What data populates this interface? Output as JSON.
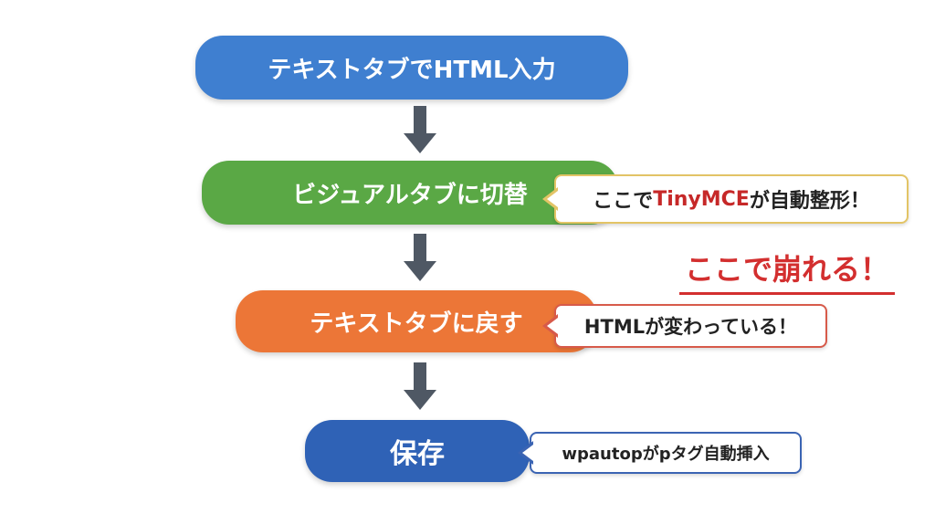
{
  "colors": {
    "step1": "#3f7fd0",
    "step2": "#5aa845",
    "step3": "#ec7637",
    "step4": "#2f62b6",
    "arrow": "#4f5864",
    "callout1_border": "#e3c466",
    "callout2_border": "#d75a4a",
    "callout3_border": "#3b64b3",
    "warning": "#d32f2f"
  },
  "steps": [
    {
      "label": "テキストタブでHTML入力"
    },
    {
      "label": "ビジュアルタブに切替"
    },
    {
      "label": "テキストタブに戻す"
    },
    {
      "label": "保存"
    }
  ],
  "callouts": {
    "tinymce": {
      "prefix": "ここで",
      "highlight": "TinyMCE",
      "suffix": "が自動整形！"
    },
    "changed": {
      "text": "HTMLが変わっている！"
    },
    "wpautop": {
      "text": "wpautopがpタグ自動挿入"
    }
  },
  "warning": {
    "text": "ここで崩れる！"
  }
}
